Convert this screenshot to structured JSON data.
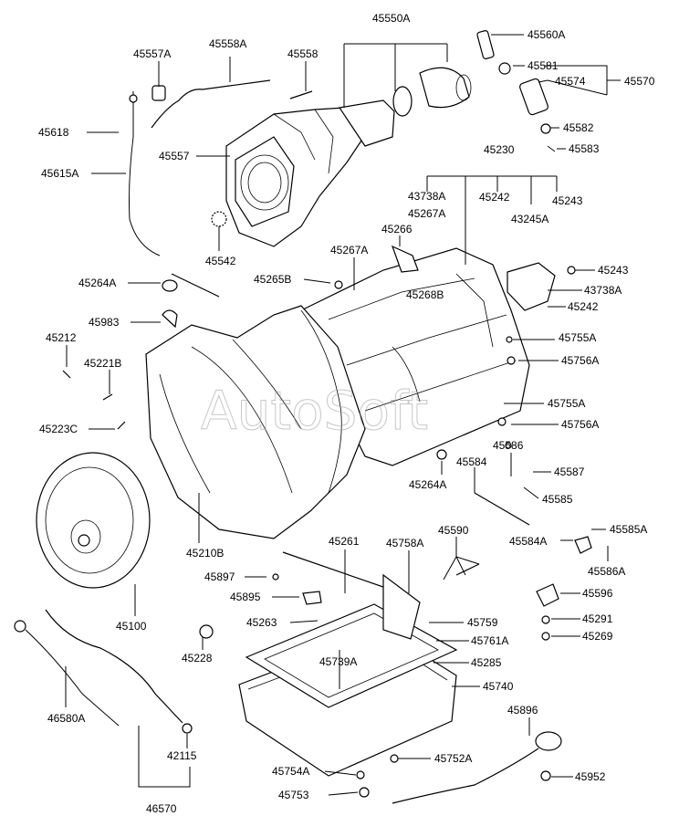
{
  "watermark": "AutoSoft",
  "labels": {
    "p45550A": "45550A",
    "p45560A": "45560A",
    "p45557A": "45557A",
    "p45558A": "45558A",
    "p45558": "45558",
    "p45581": "45581",
    "p45574": "45574",
    "p45570": "45570",
    "p45618": "45618",
    "p45557": "45557",
    "p45582": "45582",
    "p45583": "45583",
    "p45615A": "45615A",
    "p45230": "45230",
    "p43738A_top": "43738A",
    "p45242_top": "45242",
    "p45243_top": "45243",
    "p45267A_top": "45267A",
    "p43245A": "43245A",
    "p45266": "45266",
    "p45542": "45542",
    "p45267A_mid": "45267A",
    "p45243_right": "45243",
    "p45264A_left": "45264A",
    "p45265B": "45265B",
    "p43738A_right": "43738A",
    "p45268B": "45268B",
    "p45242_right": "45242",
    "p45983": "45983",
    "p45212": "45212",
    "p45755A_a": "45755A",
    "p45756A_a": "45756A",
    "p45221B": "45221B",
    "p45755A_b": "45755A",
    "p45223C": "45223C",
    "p45756A_b": "45756A",
    "p45586": "45586",
    "p45584": "45584",
    "p45587": "45587",
    "p45264A_mid": "45264A",
    "p45585": "45585",
    "p45210B": "45210B",
    "p45590": "45590",
    "p45261": "45261",
    "p45758A": "45758A",
    "p45584A": "45584A",
    "p45585A": "45585A",
    "p45586A": "45586A",
    "p45897": "45897",
    "p45895": "45895",
    "p45596": "45596",
    "p45100": "45100",
    "p45263": "45263",
    "p45291": "45291",
    "p45759": "45759",
    "p45269": "45269",
    "p45228": "45228",
    "p45761A": "45761A",
    "p45739A": "45739A",
    "p45285": "45285",
    "p45740": "45740",
    "p46580A": "46580A",
    "p45896": "45896",
    "p42115": "42115",
    "p45754A": "45754A",
    "p45752A": "45752A",
    "p45952": "45952",
    "p45753": "45753",
    "p46570": "46570"
  }
}
